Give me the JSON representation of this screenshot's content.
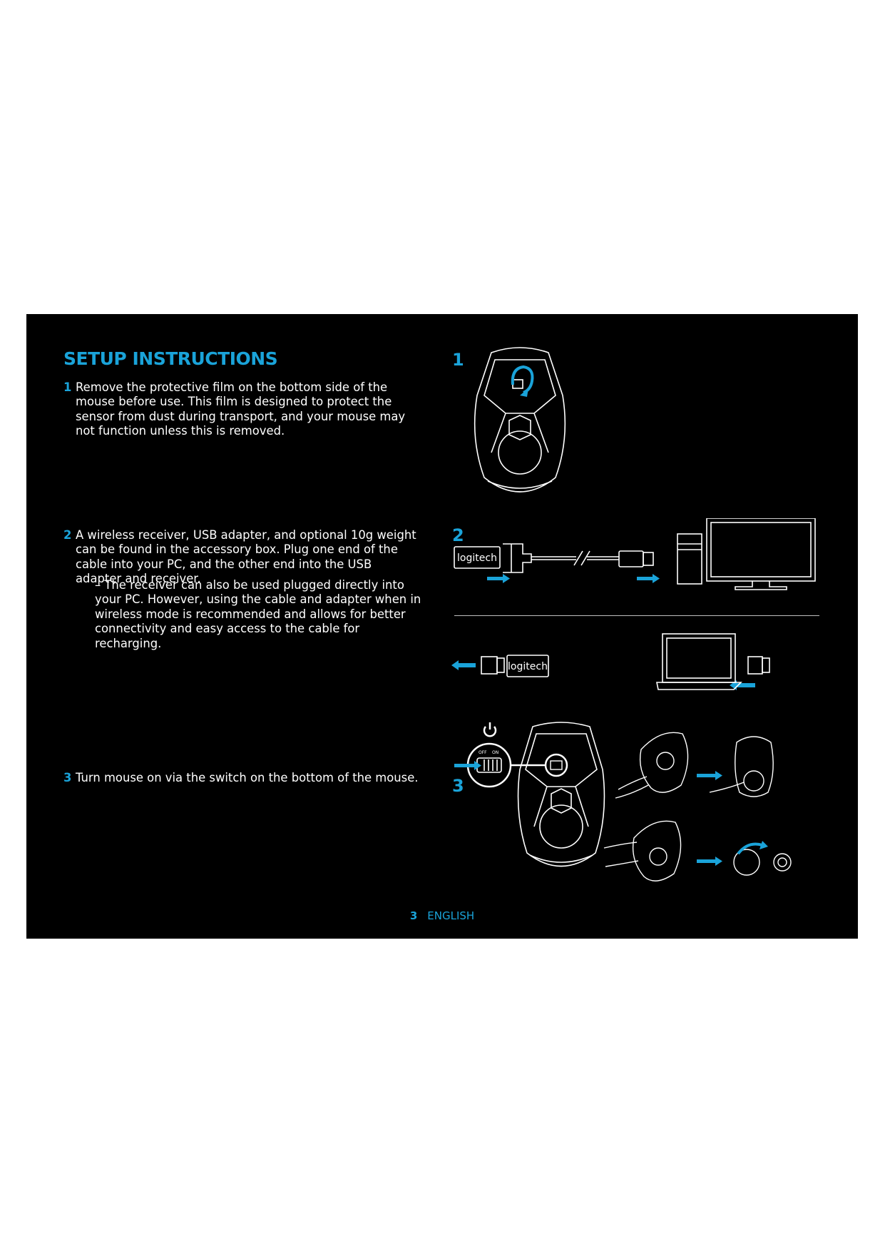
{
  "title": "SETUP INSTRUCTIONS",
  "steps": [
    {
      "number": "1",
      "text": "Remove the protective film on the bottom side of the mouse before use. This film is designed to protect the sensor from dust during transport, and your mouse may not function unless this is removed."
    },
    {
      "number": "2",
      "text": "A wireless receiver, USB adapter, and optional 10g weight can be found in the accessory box. Plug one end of the cable into your PC, and the other end into the USB adapter and receiver.",
      "note": "– The receiver can also be used plugged directly into your PC. However, using the cable and adapter when in wireless mode is recommended and allows for better connectivity and easy access to the cable for recharging."
    },
    {
      "number": "3",
      "text": "Turn mouse on via the switch on the bottom of the mouse."
    }
  ],
  "figures": {
    "fig1_label": "1",
    "fig2_label": "2",
    "fig3_label": "3",
    "brand": "logitech",
    "switch_off": "OFF",
    "switch_on": "ON"
  },
  "footer": {
    "page": "3",
    "language": "ENGLISH"
  },
  "colors": {
    "accent": "#1aa3d9",
    "background": "#000000",
    "line": "#ffffff"
  }
}
